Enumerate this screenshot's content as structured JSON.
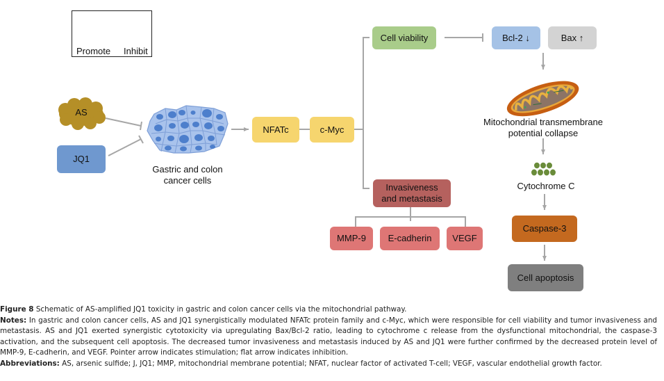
{
  "legend": {
    "promote_label": "Promote",
    "inhibit_label": "Inhibit"
  },
  "nodes": {
    "as": "AS",
    "jq1": "JQ1",
    "cancer_cells": "Gastric and colon cancer cells",
    "nfatc": "NFATc",
    "cmyc": "c-Myc",
    "cell_viability": "Cell viability",
    "bcl2": "Bcl-2 ↓",
    "bax": "Bax ↑",
    "mito_line1": "Mitochondrial transmembrane",
    "mito_line2": "potential collapse",
    "cytochrome": "Cytochrome C",
    "caspase": "Caspase-3",
    "apoptosis": "Cell apoptosis",
    "invasiveness_line1": "Invasiveness",
    "invasiveness_line2": "and metastasis",
    "mmp9": "MMP-9",
    "ecadherin": "E-cadherin",
    "vegf": "VEGF",
    "cancer_line1": "Gastric and colon",
    "cancer_line2": "cancer cells"
  },
  "colors": {
    "as": "#b58f27",
    "jq1": "#6f98cf",
    "yellow": "#f6d56e",
    "green": "#a9cc8a",
    "bcl2": "#a5c2e6",
    "bax": "#d3d3d3",
    "caspase": "#c4691f",
    "apoptosis": "#7f7f7f",
    "invasiveness": "#b5615e",
    "pink": "#de7675",
    "arrow": "#a6a6a6",
    "cytochrome": "#6a8c3a"
  },
  "caption": {
    "figure_label": "Figure 8",
    "figure_title": " Schematic of AS-amplified JQ1 toxicity in gastric and colon cancer cells via the mitochondrial pathway.",
    "notes_label": "Notes:",
    "notes_text": " In gastric and colon cancer cells, AS and JQ1 synergistically modulated NFATc protein family and c-Myc, which were responsible for cell viability and tumor invasiveness and metastasis. AS and JQ1 exerted synergistic cytotoxicity via upregulating Bax/Bcl-2 ratio, leading to cytochrome c release from the dysfunctional mitochondrial, the caspase-3 activation, and the subsequent cell apoptosis. The decreased tumor invasiveness and metastasis induced by AS and JQ1 were further confirmed by the decreased protein level of MMP-9, E-cadherin, and VEGF. Pointer arrow indicates stimulation; flat arrow indicates inhibition.",
    "abbrev_label": "Abbreviations:",
    "abbrev_text": " AS, arsenic sulfide; J, JQ1; MMP, mitochondrial membrane potential; NFAT, nuclear factor of activated T-cell; VEGF, vascular endothelial growth factor."
  }
}
